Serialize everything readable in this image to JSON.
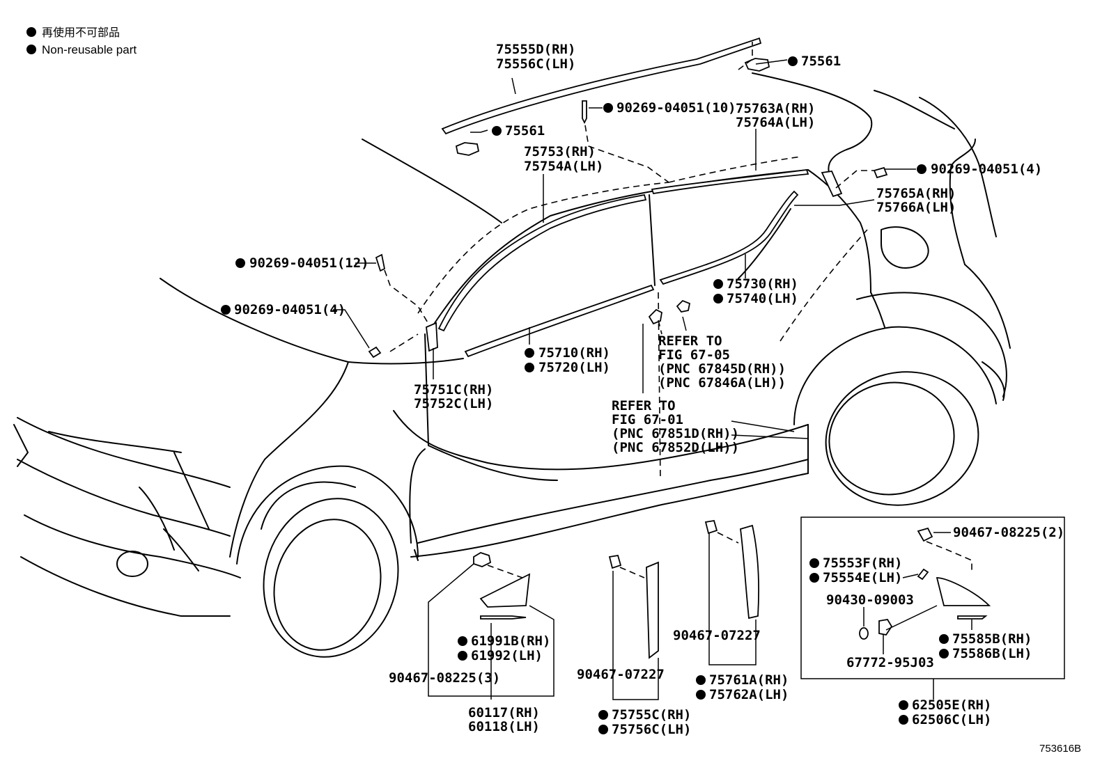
{
  "legend": {
    "jp": "再使用不可部品",
    "en": "Non-reusable part"
  },
  "figure_id": "753616B",
  "labels": {
    "p75555": [
      "75555D(RH)",
      "75556C(LH)"
    ],
    "p75561a": "75561",
    "p75561b": "75561",
    "clip10": "90269-04051(10)",
    "p75763": [
      "75763A(RH)",
      "75764A(LH)"
    ],
    "clip4r": "90269-04051(4)",
    "p75753": [
      "75753(RH)",
      "75754A(LH)"
    ],
    "p75765": [
      "75765A(RH)",
      "75766A(LH)"
    ],
    "clip12": "90269-04051(12)",
    "clip4l": "90269-04051(4)",
    "p75730": [
      "75730(RH)",
      "75740(LH)"
    ],
    "p75710": [
      "75710(RH)",
      "75720(LH)"
    ],
    "ref1": [
      "REFER TO",
      "FIG 67-05",
      "(PNC 67845D(RH))",
      "(PNC 67846A(LH))"
    ],
    "p75751": [
      "75751C(RH)",
      "75752C(LH)"
    ],
    "ref2": [
      "REFER TO",
      "FIG 67-01",
      "(PNC 67851D(RH))",
      "(PNC 67852D(LH))"
    ],
    "p61991": [
      "61991B(RH)",
      "61992(LH)"
    ],
    "clip08225a": "90467-08225(3)",
    "p60117": [
      "60117(RH)",
      "60118(LH)"
    ],
    "clip07227a": "90467-07227",
    "p75755": [
      "75755C(RH)",
      "75756C(LH)"
    ],
    "clip07227b": "90467-07227",
    "p75761": [
      "75761A(RH)",
      "75762A(LH)"
    ],
    "clip08225b": "90467-08225(2)",
    "p75553": [
      "75553F(RH)",
      "75554E(LH)"
    ],
    "clip09003": "90430-09003",
    "p67772": "67772-95J03",
    "p75585": [
      "75585B(RH)",
      "75586B(LH)"
    ],
    "p62505": [
      "62505E(RH)",
      "62506C(LH)"
    ]
  }
}
